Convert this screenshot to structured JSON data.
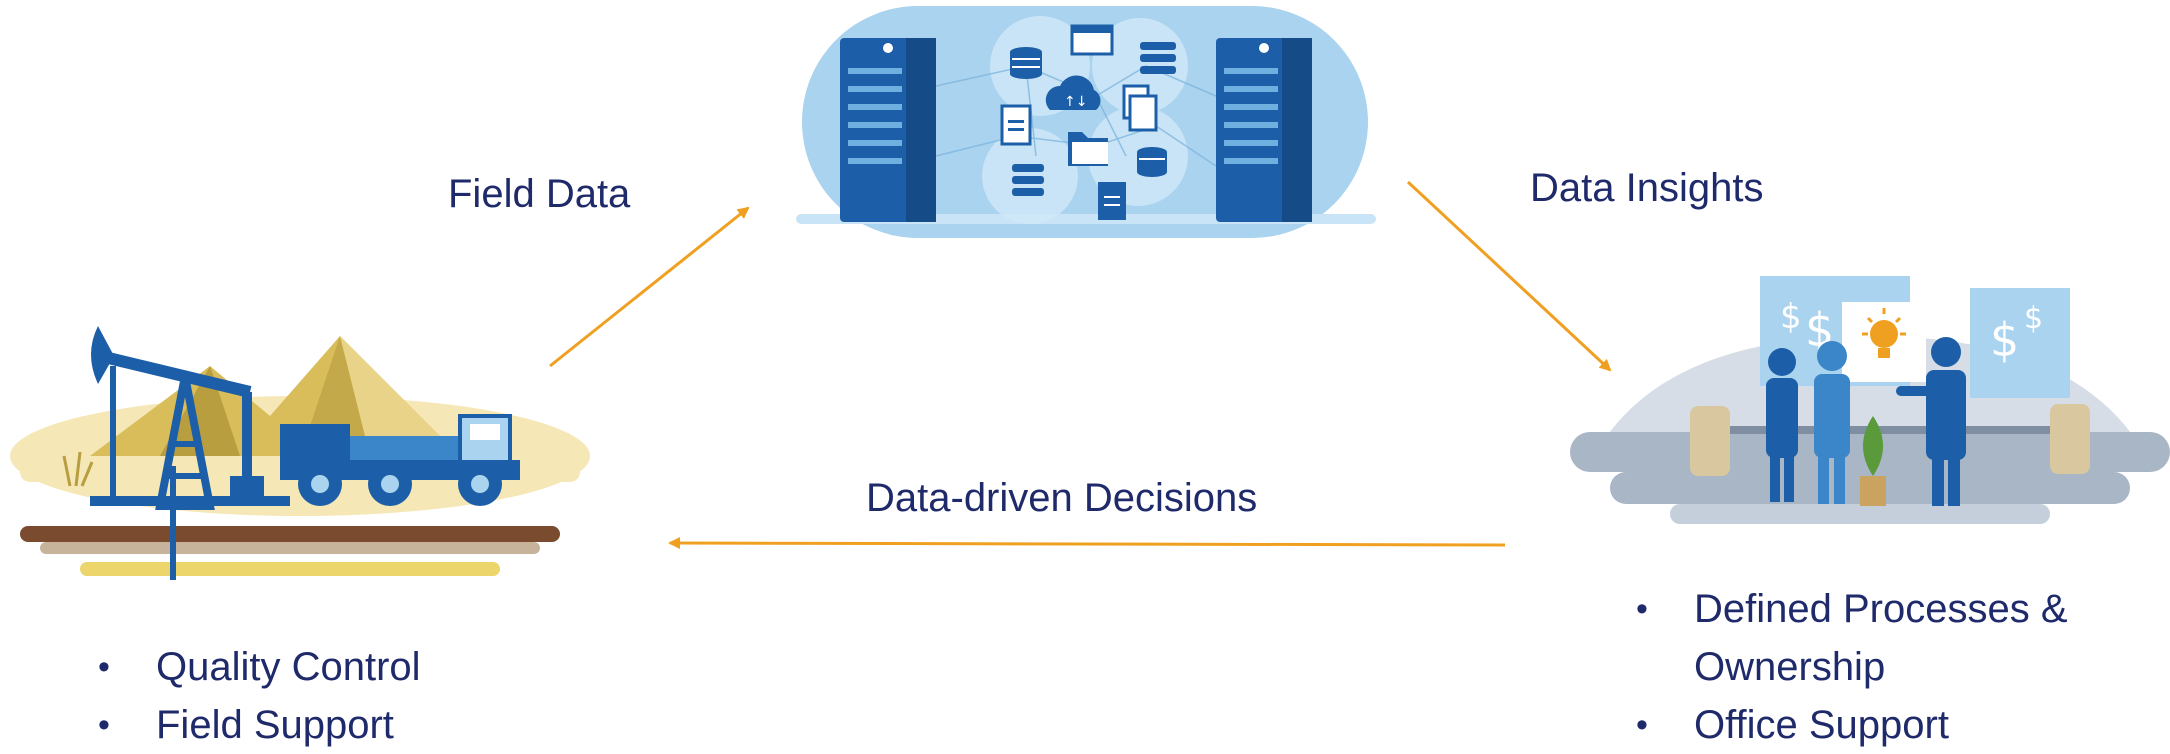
{
  "labels": {
    "field_data": "Field Data",
    "data_insights": "Data Insights",
    "data_driven_decisions": "Data-driven Decisions"
  },
  "field": {
    "bullets": [
      "Quality Control",
      "Field Support"
    ],
    "illustration": "oilfield-icon"
  },
  "office": {
    "bullets": [
      "Defined Processes & Ownership",
      "Office Support"
    ],
    "illustration": "office-meeting-icon"
  },
  "datacenter": {
    "illustration": "data-center-icon"
  },
  "colors": {
    "text": "#1f2a6b",
    "arrow": "#f0a020",
    "primary_blue": "#1c5fa8",
    "light_blue": "#a9d3ee",
    "sand": "#f5e7b6",
    "gold": "#d9bd5b"
  }
}
